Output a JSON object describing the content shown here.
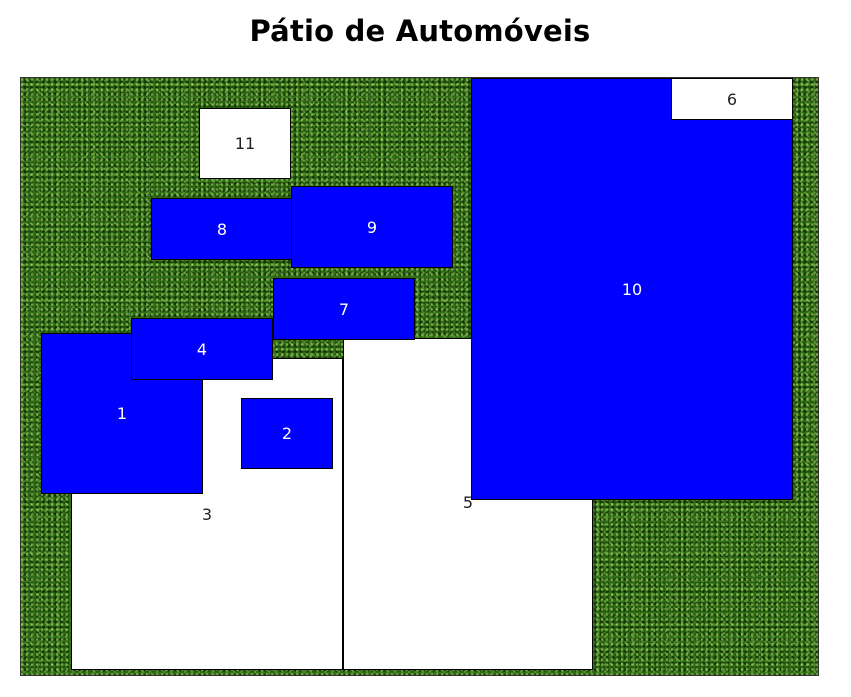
{
  "title": "Pátio de Automóveis",
  "colors": {
    "occupied": "#0000ff",
    "free": "#ffffff",
    "grass": "#2f6d16"
  },
  "spots": [
    {
      "id": "1",
      "label": "1",
      "status": "occupied"
    },
    {
      "id": "2",
      "label": "2",
      "status": "occupied"
    },
    {
      "id": "3",
      "label": "3",
      "status": "free"
    },
    {
      "id": "4",
      "label": "4",
      "status": "occupied"
    },
    {
      "id": "5",
      "label": "5",
      "status": "free"
    },
    {
      "id": "6",
      "label": "6",
      "status": "free"
    },
    {
      "id": "7",
      "label": "7",
      "status": "occupied"
    },
    {
      "id": "8",
      "label": "8",
      "status": "occupied"
    },
    {
      "id": "9",
      "label": "9",
      "status": "occupied"
    },
    {
      "id": "10",
      "label": "10",
      "status": "occupied"
    },
    {
      "id": "11",
      "label": "11",
      "status": "free"
    }
  ]
}
